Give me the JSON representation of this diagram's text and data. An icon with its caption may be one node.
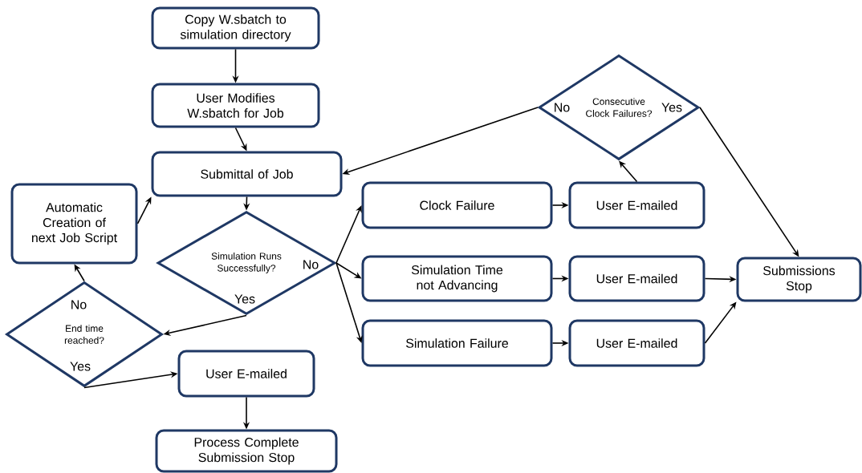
{
  "diagram": {
    "nodes": [
      {
        "text": [
          "Copy W.sbatch to simulation directory"
        ]
      },
      {
        "text": [
          "User Modifies W.sbatch for Job"
        ]
      },
      {
        "text": [
          "Submittal of Job"
        ]
      },
      {
        "text": [
          "Automatic Creation of next Job Script"
        ]
      },
      {
        "text": [
          "Simulation Runs Successfully?",
          "No",
          "Yes"
        ]
      },
      {
        "text": [
          "No",
          "End time reached?",
          "Yes"
        ]
      },
      {
        "text": [
          "User E-mailed"
        ]
      },
      {
        "text": [
          "Process Complete Submission Stop"
        ]
      },
      {
        "text": [
          "No",
          "Consecutive Clock Failures?",
          "Yes"
        ]
      },
      {
        "text": [
          "Clock Failure"
        ]
      },
      {
        "text": [
          "User E-mailed"
        ]
      },
      {
        "text": [
          "Simulation Time not Advancing"
        ]
      },
      {
        "text": [
          "User E-mailed"
        ]
      },
      {
        "text": [
          "Submissions Stop"
        ]
      },
      {
        "text": [
          "Simulation Failure"
        ]
      },
      {
        "text": [
          "User E-mailed"
        ]
      }
    ],
    "edges": [
      {
        "from": 0,
        "to": 1,
        "arrow": "to"
      },
      {
        "from": 1,
        "to": 2,
        "arrow": "to"
      },
      {
        "from": 2,
        "to": 4,
        "arrow": "to"
      },
      {
        "from": 4,
        "to": 5,
        "arrow": "to"
      },
      {
        "from": 5,
        "to": 3,
        "arrow": "to"
      },
      {
        "from": 3,
        "to": 2,
        "arrow": "to"
      },
      {
        "from": 5,
        "to": 6,
        "arrow": "to"
      },
      {
        "from": 6,
        "to": 7,
        "arrow": "to"
      },
      {
        "from": 4,
        "to": 9,
        "arrow": "to"
      },
      {
        "from": 4,
        "to": 11,
        "arrow": "to"
      },
      {
        "from": 4,
        "to": 14,
        "arrow": "to"
      },
      {
        "from": 9,
        "to": 10,
        "arrow": "to"
      },
      {
        "from": 11,
        "to": 12,
        "arrow": "to"
      },
      {
        "from": 14,
        "to": 15,
        "arrow": "to"
      },
      {
        "from": 10,
        "to": 8,
        "arrow": "to"
      },
      {
        "from": 8,
        "to": 2,
        "arrow": "to"
      },
      {
        "from": 8,
        "to": 13,
        "arrow": "to"
      },
      {
        "from": 12,
        "to": 13,
        "arrow": "to"
      },
      {
        "from": 15,
        "to": 13,
        "arrow": "to"
      }
    ]
  }
}
